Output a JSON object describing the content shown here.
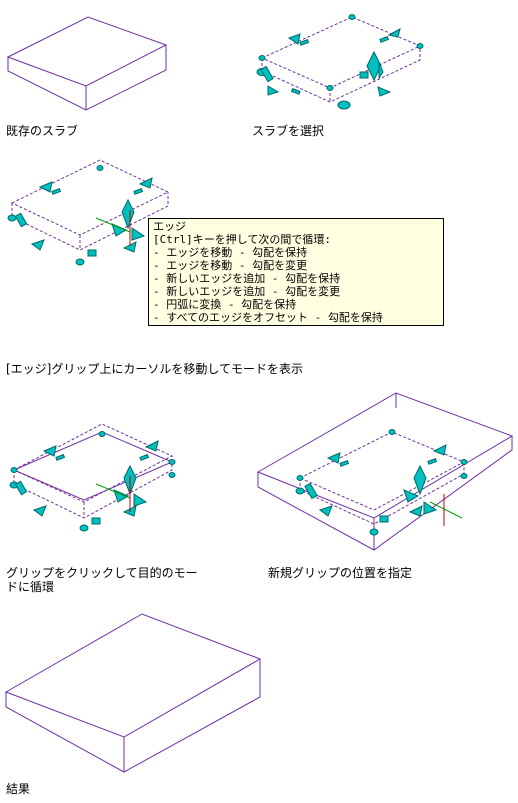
{
  "captions": {
    "existing_slab": "既存のスラブ",
    "select_slab": "スラブを選択",
    "hover_edge": "[エッジ]グリップ上にカーソルを移動してモードを表示",
    "cycle_mode_line1": "グリップをクリックして目的のモー",
    "cycle_mode_line2": "ドに循環",
    "specify_location": "新規グリップの位置を指定",
    "result": "結果"
  },
  "tooltip": {
    "title": "エッジ",
    "instruction": "[Ctrl]キーを押して次の間で循環:",
    "options": [
      "- エッジを移動 - 勾配を保持",
      "- エッジを移動 - 勾配を変更",
      "- 新しいエッジを追加 - 勾配を保持",
      "- 新しいエッジを追加 - 勾配を変更",
      "- 円弧に変換 - 勾配を保持",
      "- すべてのエッジをオフセット - 勾配を保持"
    ]
  },
  "colors": {
    "slab_line": "#7030a0",
    "grip": "#00c0c0",
    "grip_dark": "#006868",
    "cursor_green": "#00a000",
    "cursor_red": "#c00000",
    "tooltip_bg": "#ffffe1"
  }
}
